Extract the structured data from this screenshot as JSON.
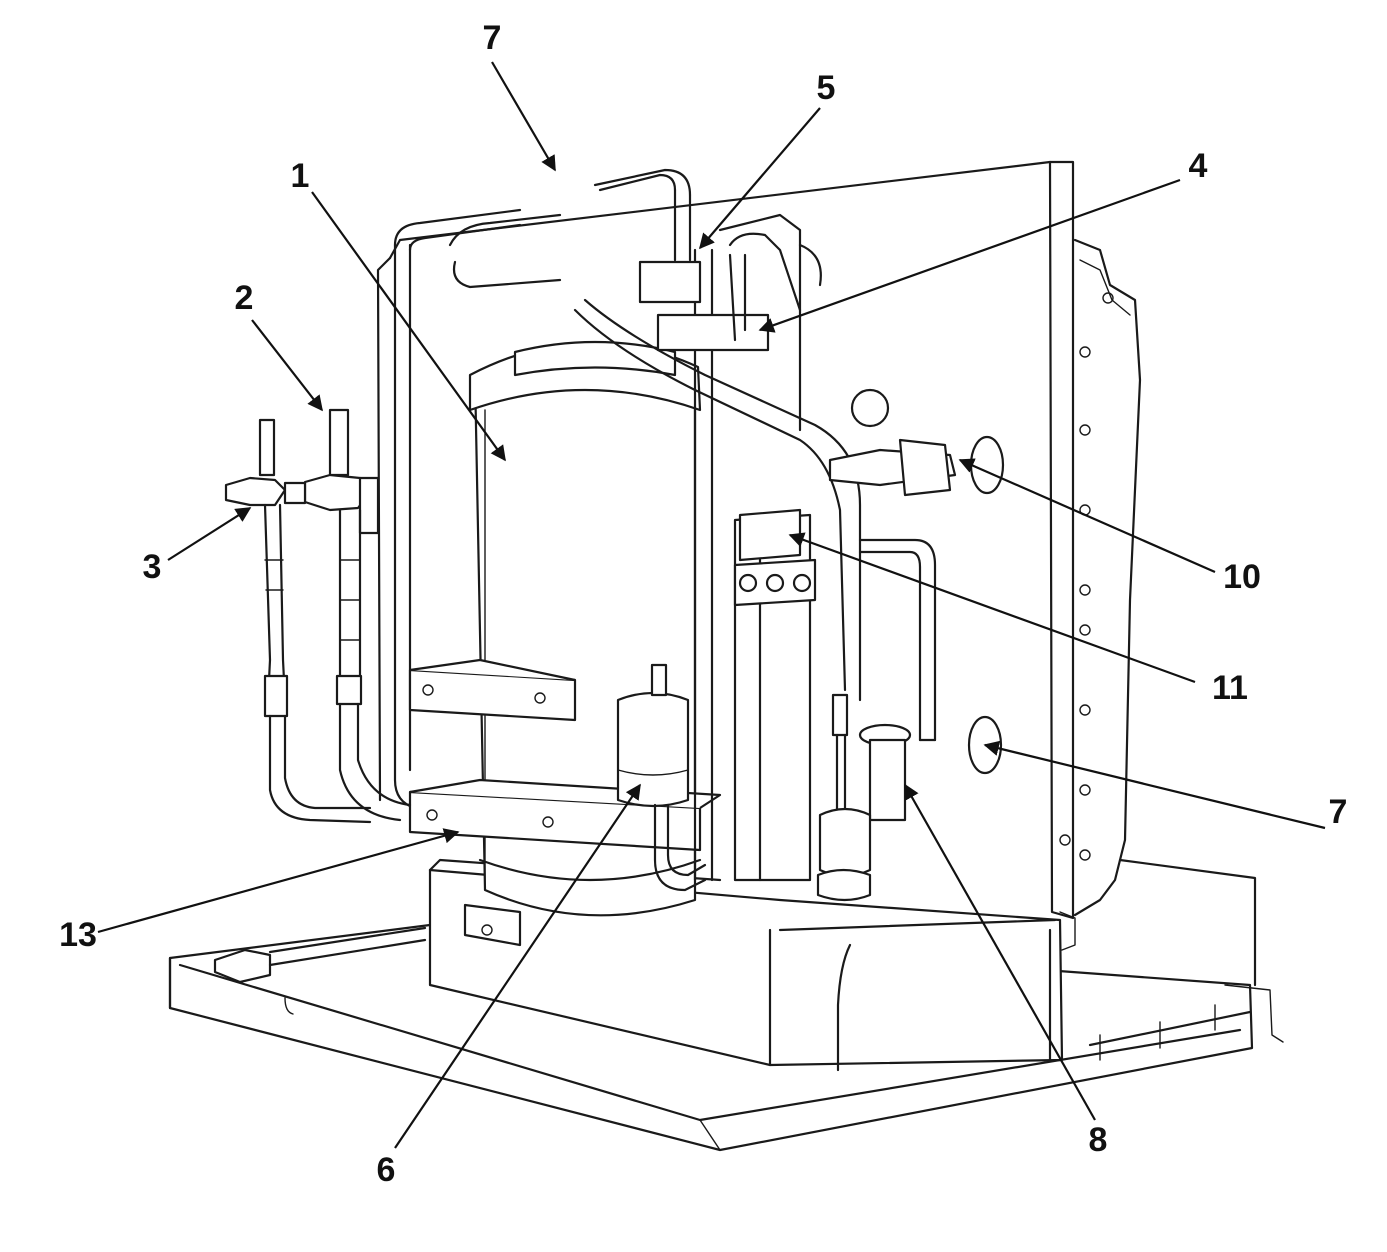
{
  "figure": {
    "callouts": [
      {
        "id": "c1",
        "label": "1"
      },
      {
        "id": "c2",
        "label": "2"
      },
      {
        "id": "c3",
        "label": "3"
      },
      {
        "id": "c4",
        "label": "4"
      },
      {
        "id": "c5",
        "label": "5"
      },
      {
        "id": "c6",
        "label": "6"
      },
      {
        "id": "c7a",
        "label": "7"
      },
      {
        "id": "c7b",
        "label": "7"
      },
      {
        "id": "c8",
        "label": "8"
      },
      {
        "id": "c10",
        "label": "10"
      },
      {
        "id": "c11",
        "label": "11"
      },
      {
        "id": "c13",
        "label": "13"
      }
    ]
  }
}
